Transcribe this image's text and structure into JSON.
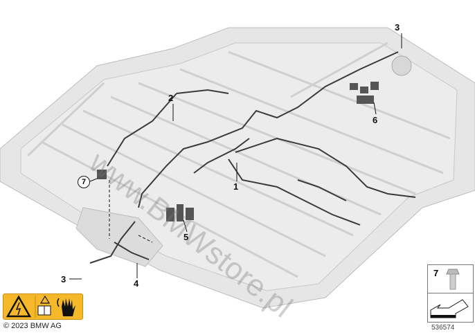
{
  "callouts": {
    "c1": "1",
    "c2": "2",
    "c3_top": "3",
    "c3_bottom": "3",
    "c4": "4",
    "c5": "5",
    "c6": "6",
    "c7_circled": "7"
  },
  "watermark": "www.BMWstore.pl",
  "warning_label": {
    "icons": [
      "high-voltage-warning-icon",
      "read-manual-icon",
      "do-not-touch-hand-icon"
    ]
  },
  "copyright": "© 2023 BMW AG",
  "legend_box": {
    "item_number": "7",
    "item_icon": "bolt-icon",
    "arrow_icon": "direction-arrow-icon"
  },
  "reference_number": "536574",
  "colors": {
    "tray": "#e6e6e6",
    "tray_edge": "#bdbdbd",
    "wire": "#3a3a3a",
    "warning": "#f5b82a"
  }
}
